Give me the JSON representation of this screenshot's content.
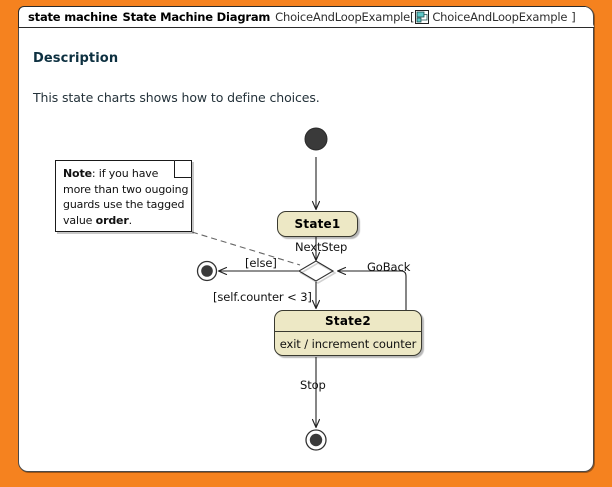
{
  "frame": {
    "keyword": "state machine",
    "diagram_type": "State Machine Diagram",
    "name": "ChoiceAndLoopExample",
    "bracket_open": "[",
    "bracket_close": "]",
    "context": "ChoiceAndLoopExample",
    "icon": "state-machine-icon"
  },
  "description": {
    "heading": "Description",
    "body": "This state charts shows how to define choices."
  },
  "note": {
    "label": "Note",
    "separator": ": ",
    "text_before": "if you have more than two ougoing guards use the tagged value ",
    "emphasis": "order",
    "text_after": "."
  },
  "nodes": {
    "initial_state": "initial-state",
    "state1": "State1",
    "choice": "choice-pseudostate",
    "state2_name": "State2",
    "state2_behavior": "exit / increment counter",
    "final_state_else": "final-state",
    "final_state_stop": "final-state"
  },
  "transitions": {
    "next_step": "NextStep",
    "else_guard": "[else]",
    "counter_guard": "[self.counter < 3]",
    "go_back": "GoBack",
    "stop": "Stop"
  },
  "colors": {
    "background": "#F5821F",
    "frame_fill": "#FFFFFF",
    "state_fill": "#EDE8C5",
    "state_border": "#3A3A30",
    "node_fill": "#3A3A3A",
    "heading": "#0D3040",
    "text": "#24323A"
  }
}
